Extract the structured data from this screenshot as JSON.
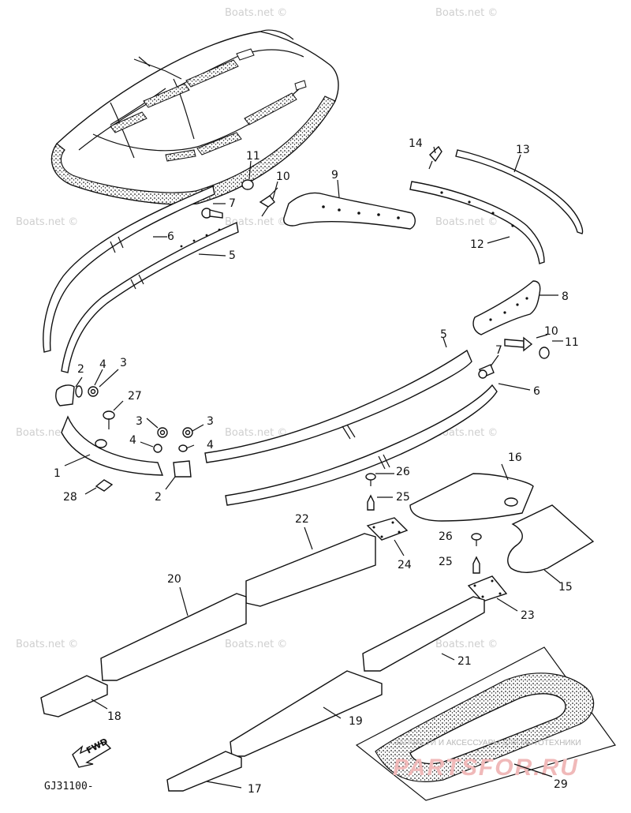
{
  "watermark": "Boats.net ©",
  "diagram_code": "GJ31100-",
  "fwd_label": "FWD",
  "store": {
    "line": "ЗАПЧАСТИ И АКСЕССУАРЫ ДЛЯ МОТОТЕХНИКИ",
    "logo": "PARTSFOR.RU"
  },
  "callouts": [
    {
      "id": "c1",
      "label": "1"
    },
    {
      "id": "c2a",
      "label": "2"
    },
    {
      "id": "c2b",
      "label": "2"
    },
    {
      "id": "c3a",
      "label": "3"
    },
    {
      "id": "c3b",
      "label": "3"
    },
    {
      "id": "c3c",
      "label": "3"
    },
    {
      "id": "c4a",
      "label": "4"
    },
    {
      "id": "c4b",
      "label": "4"
    },
    {
      "id": "c4c",
      "label": "4"
    },
    {
      "id": "c5a",
      "label": "5"
    },
    {
      "id": "c5b",
      "label": "5"
    },
    {
      "id": "c6a",
      "label": "6"
    },
    {
      "id": "c6b",
      "label": "6"
    },
    {
      "id": "c7a",
      "label": "7"
    },
    {
      "id": "c7b",
      "label": "7"
    },
    {
      "id": "c8",
      "label": "8"
    },
    {
      "id": "c9",
      "label": "9"
    },
    {
      "id": "c10a",
      "label": "10"
    },
    {
      "id": "c10b",
      "label": "10"
    },
    {
      "id": "c11a",
      "label": "11"
    },
    {
      "id": "c11b",
      "label": "11"
    },
    {
      "id": "c12",
      "label": "12"
    },
    {
      "id": "c13",
      "label": "13"
    },
    {
      "id": "c14",
      "label": "14"
    },
    {
      "id": "c15",
      "label": "15"
    },
    {
      "id": "c16",
      "label": "16"
    },
    {
      "id": "c17",
      "label": "17"
    },
    {
      "id": "c18",
      "label": "18"
    },
    {
      "id": "c19",
      "label": "19"
    },
    {
      "id": "c20",
      "label": "20"
    },
    {
      "id": "c21",
      "label": "21"
    },
    {
      "id": "c22",
      "label": "22"
    },
    {
      "id": "c23",
      "label": "23"
    },
    {
      "id": "c24",
      "label": "24"
    },
    {
      "id": "c25a",
      "label": "25"
    },
    {
      "id": "c25b",
      "label": "25"
    },
    {
      "id": "c26a",
      "label": "26"
    },
    {
      "id": "c26b",
      "label": "26"
    },
    {
      "id": "c27",
      "label": "27"
    },
    {
      "id": "c28",
      "label": "28"
    },
    {
      "id": "c29",
      "label": "29"
    }
  ]
}
